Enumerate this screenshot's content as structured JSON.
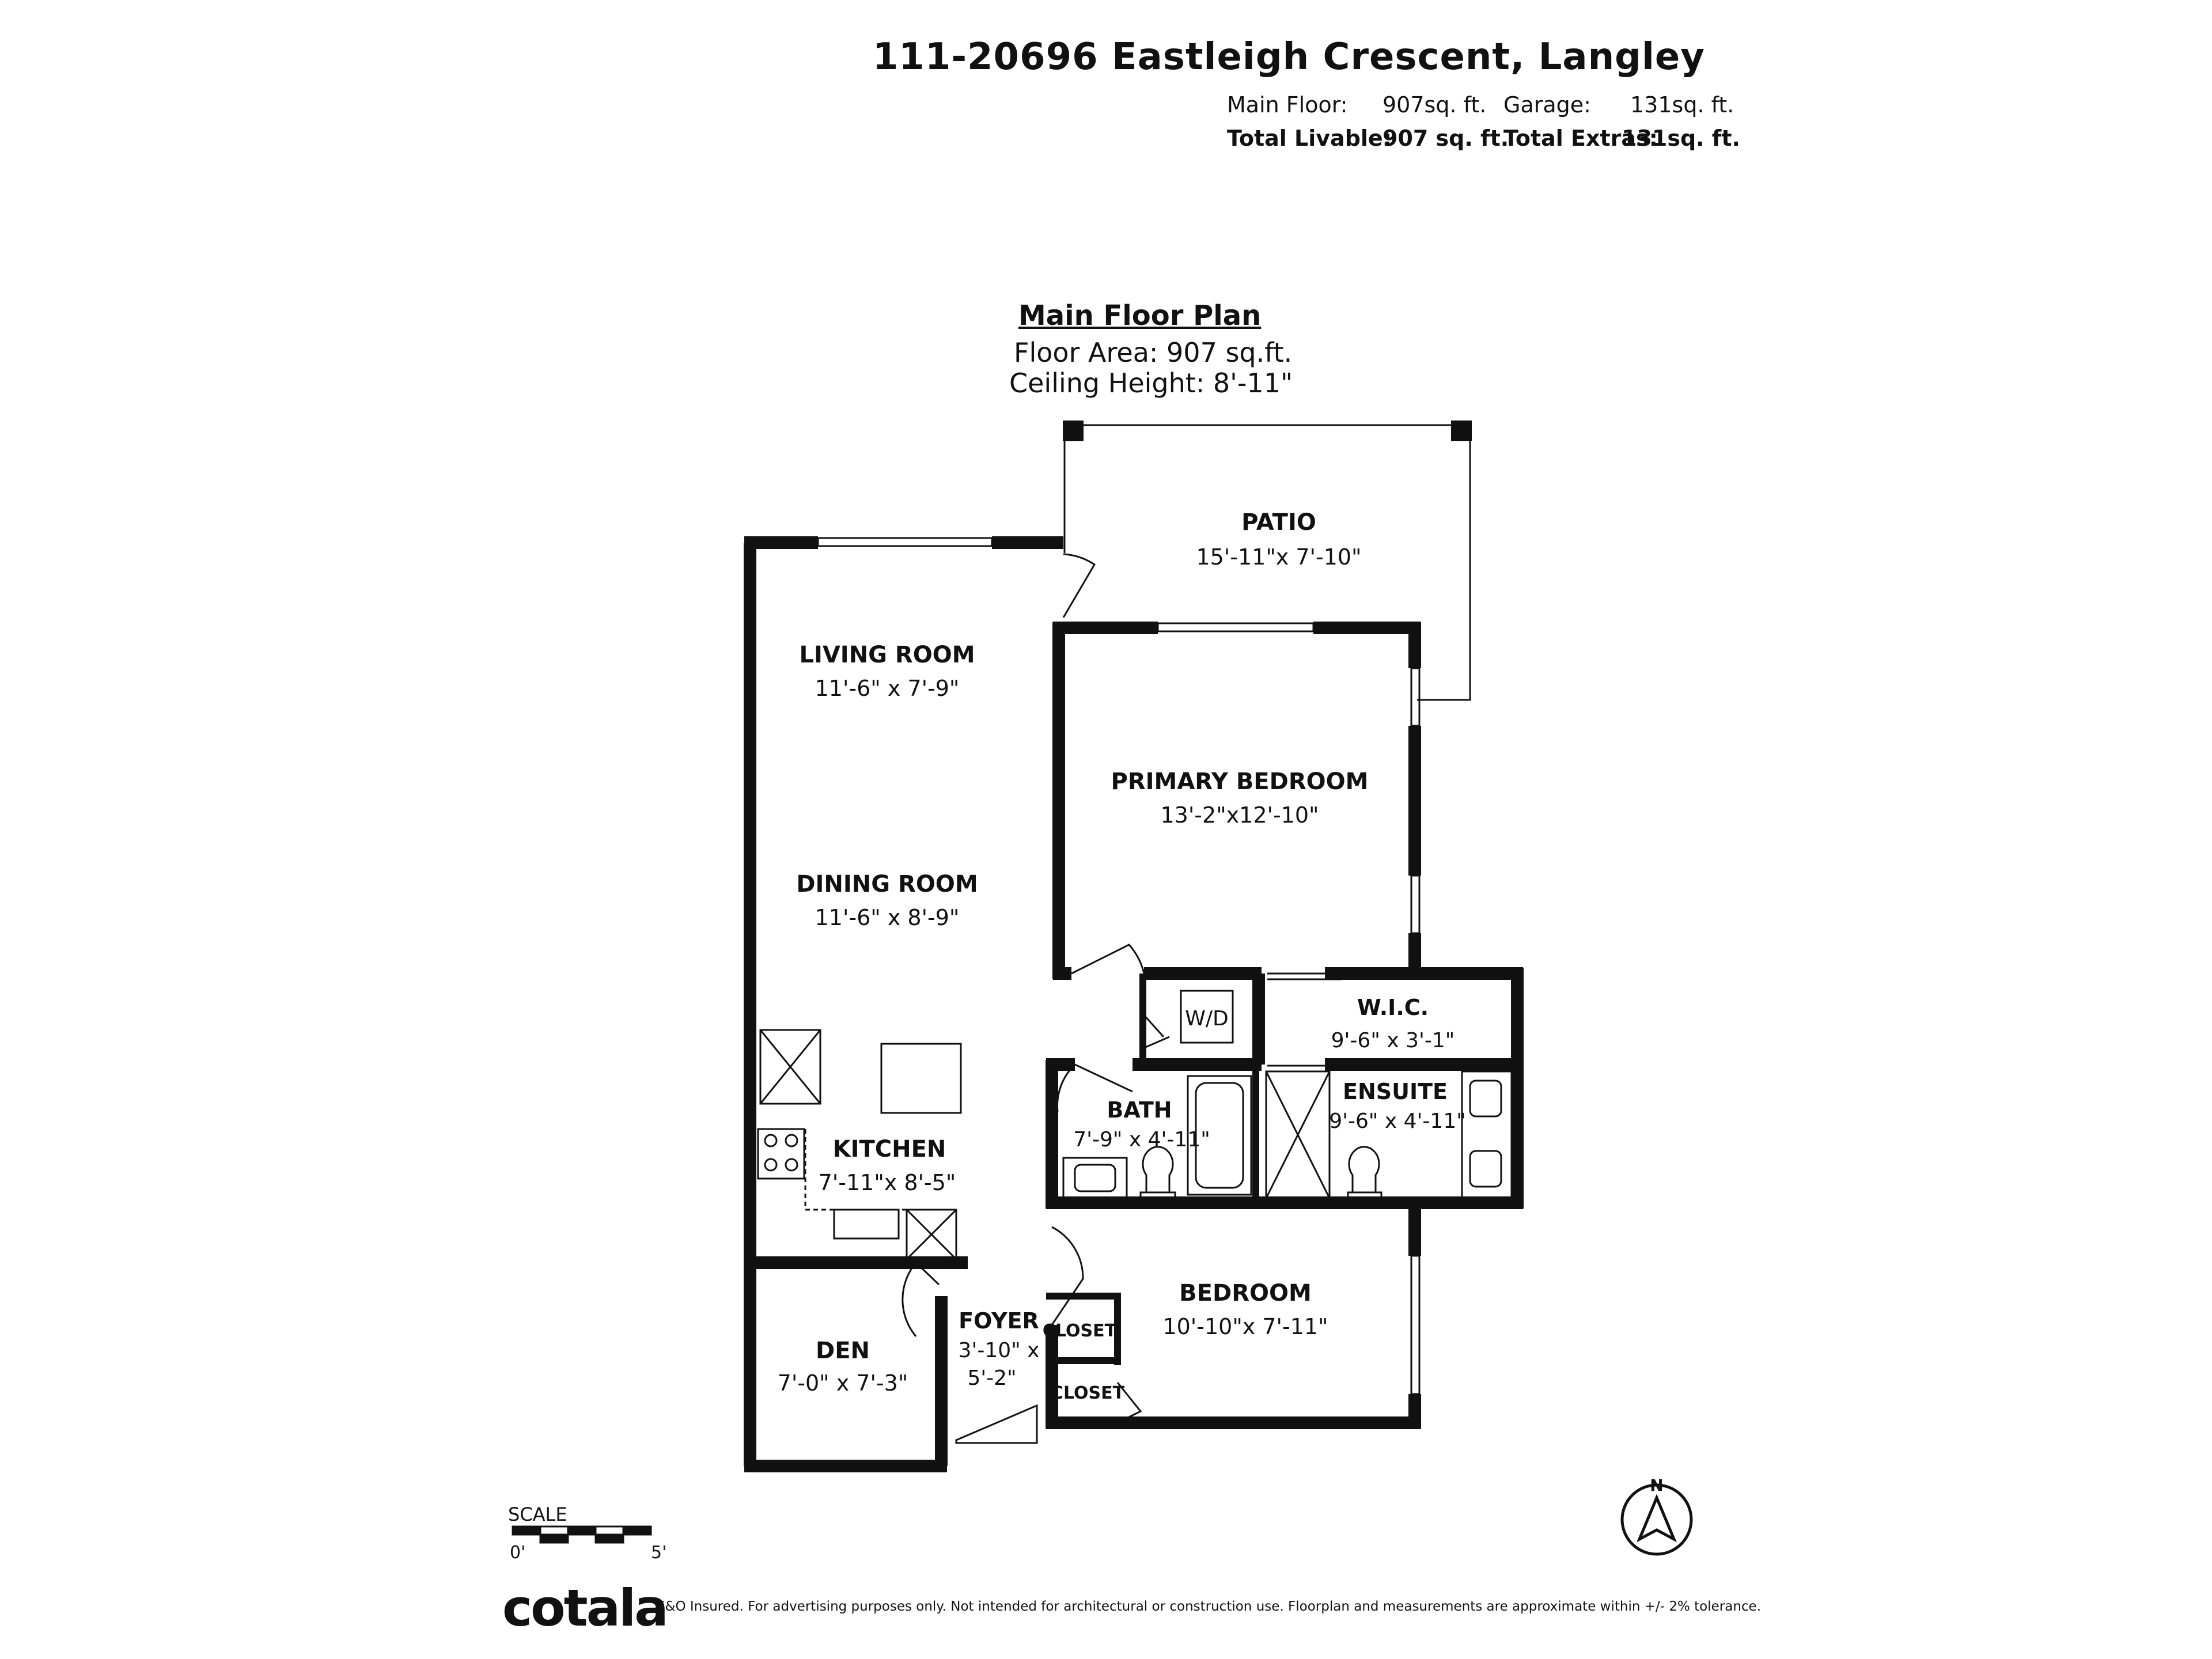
{
  "header": {
    "address": "111-20696 Eastleigh Crescent, Langley",
    "main_floor_label": "Main Floor:",
    "main_floor_value": "907sq. ft.",
    "garage_label": "Garage:",
    "garage_value": "131sq. ft.",
    "total_livable_label": "Total Livable:",
    "total_livable_value": "907 sq. ft.",
    "total_extras_label": "Total Extras:",
    "total_extras_value": "131sq. ft."
  },
  "floor_plan": {
    "title": "Main Floor Plan",
    "floor_area": "Floor Area: 907 sq.ft.",
    "ceiling_height": "Ceiling Height: 8'-11\""
  },
  "rooms": {
    "patio": {
      "name": "PATIO",
      "dims": "15'-11\"x 7'-10\""
    },
    "living": {
      "name": "LIVING ROOM",
      "dims": "11'-6\" x 7'-9\""
    },
    "dining": {
      "name": "DINING ROOM",
      "dims": "11'-6\" x 8'-9\""
    },
    "primary": {
      "name": "PRIMARY BEDROOM",
      "dims": "13'-2\"x12'-10\""
    },
    "wic": {
      "name": "W.I.C.",
      "dims": "9'-6\" x 3'-1\""
    },
    "bath": {
      "name": "BATH",
      "dims": "7'-9\" x 4'-11\""
    },
    "ensuite": {
      "name": "ENSUITE",
      "dims": "9'-6\" x 4'-11\""
    },
    "kitchen": {
      "name": "KITCHEN",
      "dims": "7'-11\"x 8'-5\""
    },
    "bedroom": {
      "name": "BEDROOM",
      "dims": "10'-10\"x 7'-11\""
    },
    "den": {
      "name": "DEN",
      "dims": "7'-0\" x 7'-3\""
    },
    "foyer": {
      "name": "FOYER",
      "dims1": "3'-10\" x",
      "dims2": "5'-2\""
    },
    "closet1": {
      "name": "CLOSET"
    },
    "closet2": {
      "name": "CLOSET"
    },
    "wd": {
      "name": "W/D"
    }
  },
  "scale": {
    "label": "SCALE",
    "start": "0'",
    "end": "5'"
  },
  "compass": {
    "label": "N",
    "icon": "north-arrow-icon"
  },
  "footer": {
    "brand": "cotala",
    "disclaimer": "E&O Insured. For advertising purposes only. Not intended for architectural or construction use. Floorplan and measurements are approximate within +/- 2% tolerance."
  }
}
